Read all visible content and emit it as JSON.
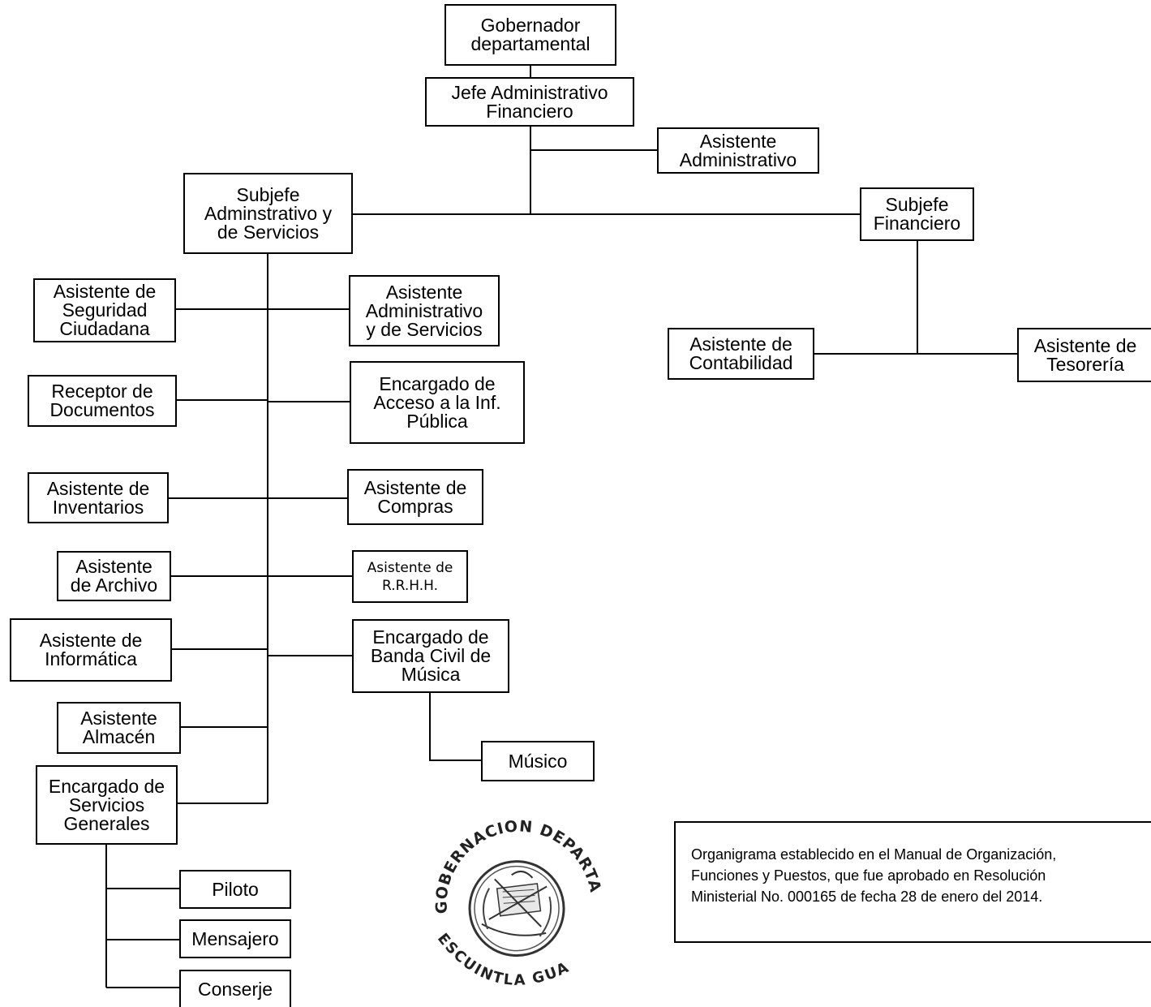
{
  "chart": {
    "gobernador": [
      "Gobernador",
      "departamental"
    ],
    "jefe": [
      "Jefe Administrativo",
      "Financiero"
    ],
    "asistente_admin": [
      "Asistente",
      "Administrativo"
    ],
    "subjefe_admin": [
      "Subjefe",
      "Adminstrativo y",
      "de Servicios"
    ],
    "subjefe_fin": [
      "Subjefe",
      "Financiero"
    ],
    "contabilidad": [
      "Asistente de",
      "Contabilidad"
    ],
    "tesoreria": [
      "Asistente de",
      "Tesorería"
    ],
    "seguridad": [
      "Asistente de",
      "Seguridad",
      "Ciudadana"
    ],
    "admin_servicios": [
      "Asistente",
      "Administrativo",
      "y de Servicios"
    ],
    "receptor": [
      "Receptor de",
      "Documentos"
    ],
    "acceso_info": [
      "Encargado de",
      "Acceso a la Inf.",
      "Pública"
    ],
    "inventarios": [
      "Asistente de",
      "Inventarios"
    ],
    "compras": [
      "Asistente de",
      "Compras"
    ],
    "archivo": [
      "Asistente",
      "de Archivo"
    ],
    "rrhh": [
      "Asistente de",
      "R.R.H.H."
    ],
    "informatica": [
      "Asistente de",
      "Informática"
    ],
    "banda": [
      "Encargado de",
      "Banda Civil de",
      "Música"
    ],
    "almacen": [
      "Asistente",
      "Almacén"
    ],
    "musico": [
      "Músico"
    ],
    "servicios_generales": [
      "Encargado de",
      "Servicios",
      "Generales"
    ],
    "piloto": [
      "Piloto"
    ],
    "mensajero": [
      "Mensajero"
    ],
    "conserje": [
      "Conserje"
    ]
  },
  "note": [
    "Organigrama establecido en el Manual de Organización,",
    "Funciones y Puestos, que fue aprobado en Resolución",
    "Ministerial No. 000165 de fecha 28 de enero del 2014."
  ],
  "seal": {
    "top_text": "GOBERNACION DEPARTAMENTAL",
    "bottom_text": "ESCUINTLA GUATEMALA, C.A."
  }
}
